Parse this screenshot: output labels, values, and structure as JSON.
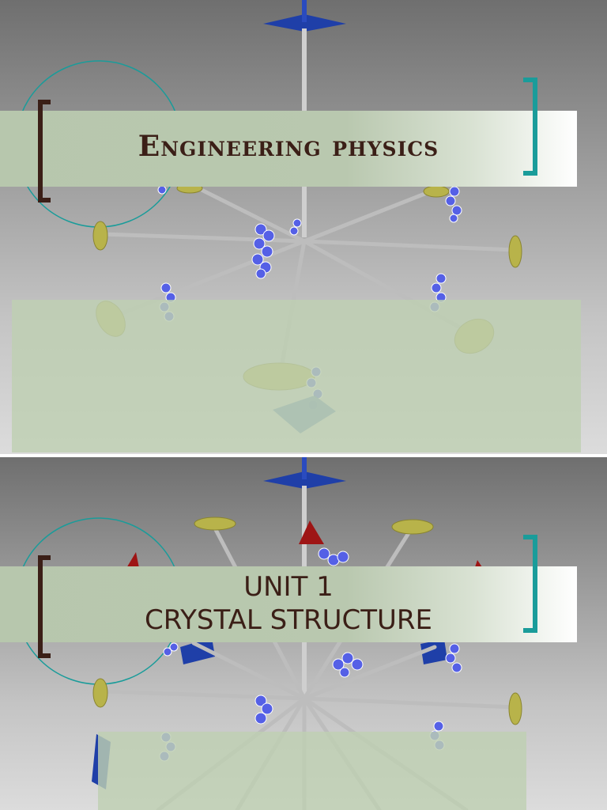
{
  "slides": [
    {
      "title_lines": [
        "Engineering physics"
      ]
    },
    {
      "title_lines": [
        "UNIT 1",
        "CRYSTAL STRUCTURE"
      ]
    }
  ],
  "colors": {
    "title_text": "#3b1f17",
    "band": "#b7c7ad",
    "bracket_left": "#3b1f17",
    "bracket_right": "#1a9c9a",
    "accent_blue": "#1f3fa8",
    "disc": "#b8b34a",
    "cone": "#9e1515"
  }
}
